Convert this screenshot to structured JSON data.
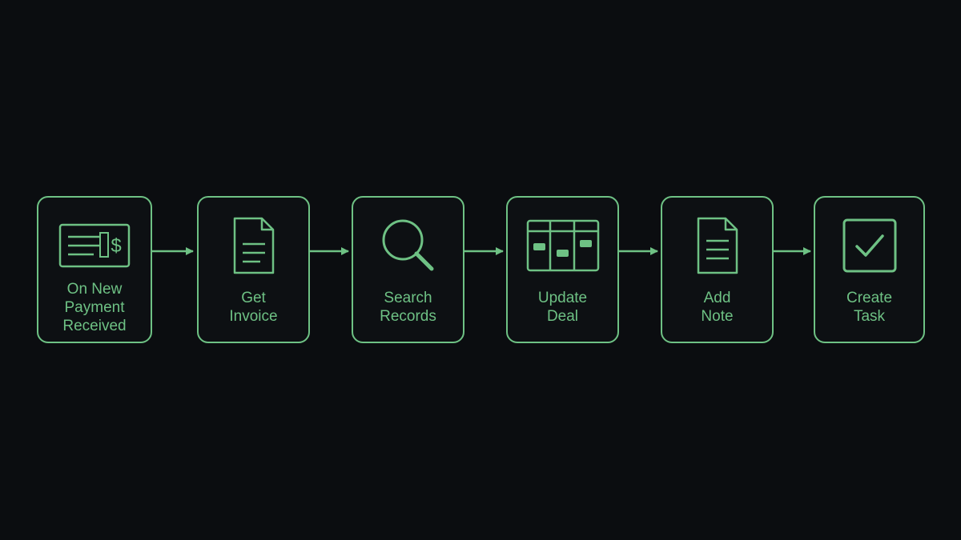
{
  "colors": {
    "background": "#0b0d10",
    "accent": "#6ec184"
  },
  "steps": [
    {
      "icon": "payment-check-icon",
      "lines": [
        "On New",
        "Payment",
        "Received"
      ]
    },
    {
      "icon": "document-icon",
      "lines": [
        "Get",
        "Invoice"
      ]
    },
    {
      "icon": "magnifier-icon",
      "lines": [
        "Search",
        "Records"
      ]
    },
    {
      "icon": "kanban-board-icon",
      "lines": [
        "Update",
        "Deal"
      ]
    },
    {
      "icon": "note-icon",
      "lines": [
        "Add",
        "Note"
      ]
    },
    {
      "icon": "checkbox-icon",
      "lines": [
        "Create",
        "Task"
      ]
    }
  ]
}
